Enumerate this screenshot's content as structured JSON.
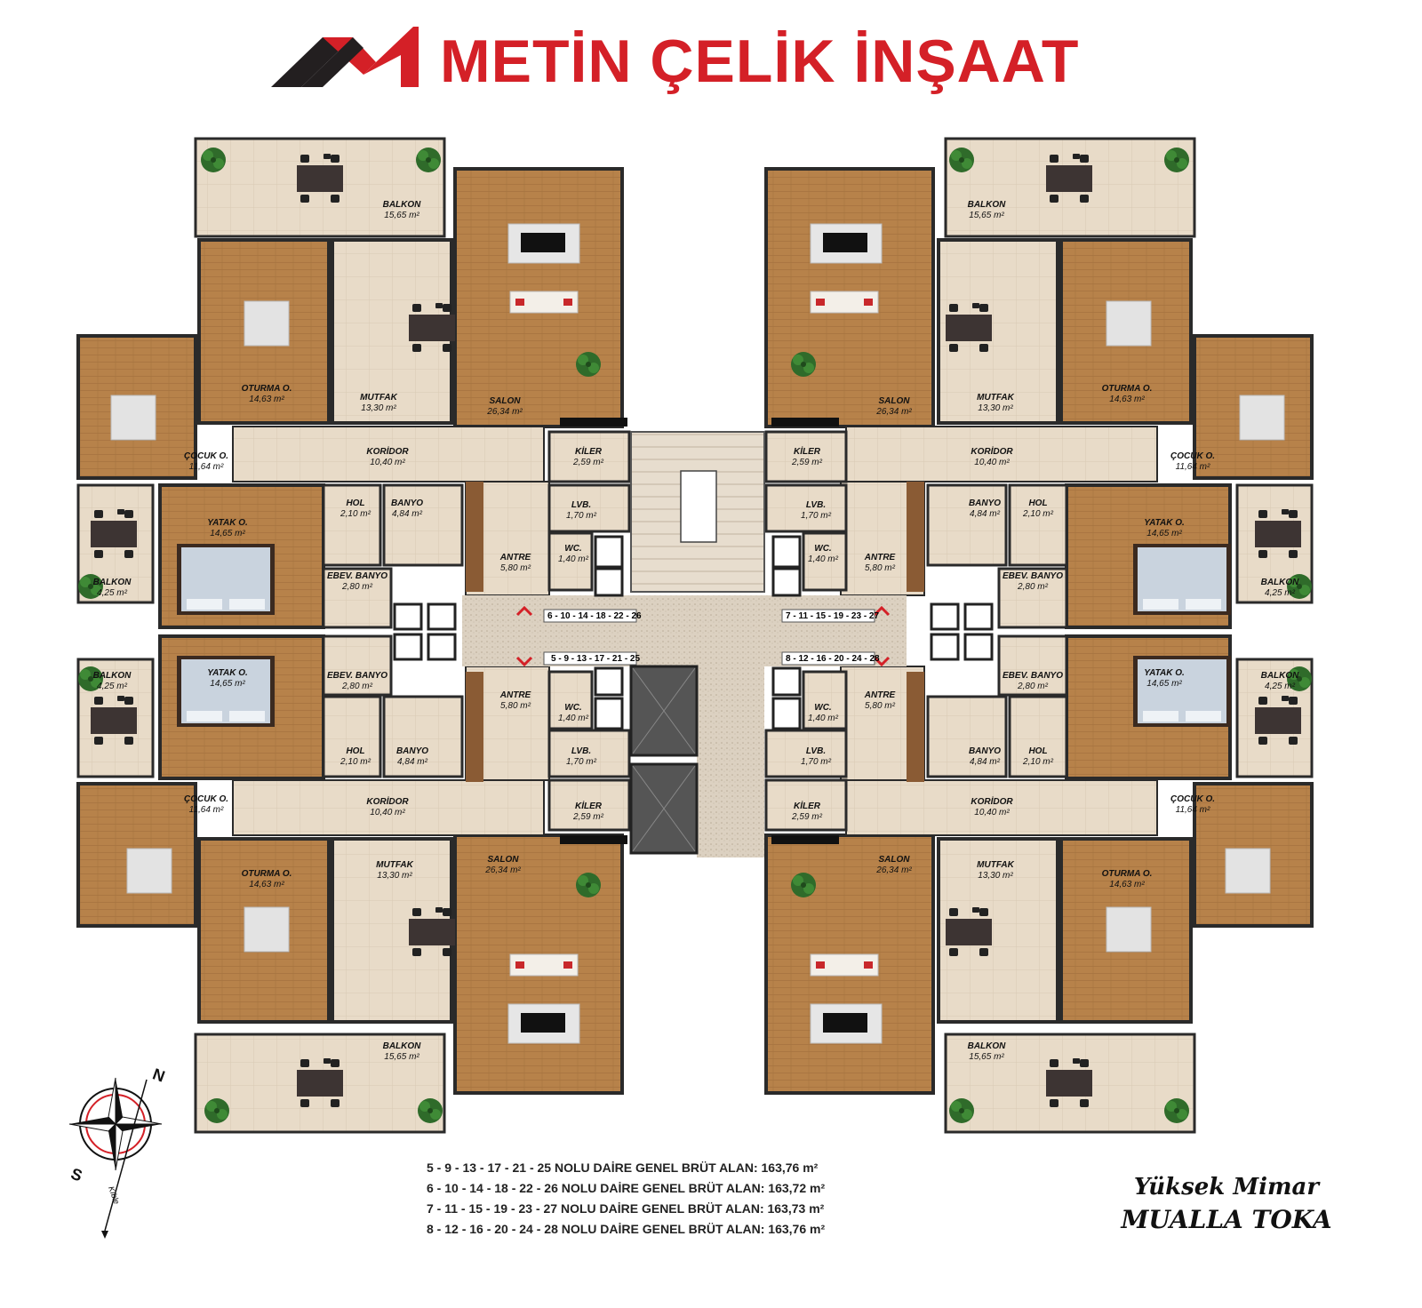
{
  "header": {
    "company_name": "METİN ÇELİK İNŞAAT",
    "logo_icon": "roof-m-logo-icon",
    "brand_color": "#d42027"
  },
  "apartment_numbers": {
    "top_left": "6 - 10 - 14 - 18 - 22 - 26",
    "top_right": "7 - 11 - 15 - 19 - 23 - 27",
    "bottom_left": "5 - 9 - 13 - 17 - 21 - 25",
    "bottom_right": "8 - 12 - 16 - 20 - 24 - 28"
  },
  "rooms": [
    {
      "name": "BALKON",
      "area": "15,65 m²"
    },
    {
      "name": "OTURMA O.",
      "area": "14,63 m²"
    },
    {
      "name": "MUTFAK",
      "area": "13,30 m²"
    },
    {
      "name": "SALON",
      "area": "26,34 m²"
    },
    {
      "name": "ÇOCUK O.",
      "area": "11,64 m²"
    },
    {
      "name": "KORİDOR",
      "area": "10,40 m²"
    },
    {
      "name": "KİLER",
      "area": "2,59 m²"
    },
    {
      "name": "HOL",
      "area": "2,10 m²"
    },
    {
      "name": "BANYO",
      "area": "4,84 m²"
    },
    {
      "name": "LVB.",
      "area": "1,70 m²"
    },
    {
      "name": "WC.",
      "area": "1,40 m²"
    },
    {
      "name": "YATAK O.",
      "area": "14,65 m²"
    },
    {
      "name": "BALKON",
      "area": "4,25 m²"
    },
    {
      "name": "ANTRE",
      "area": "5,80 m²"
    },
    {
      "name": "EBEV. BANYO",
      "area": "2,80 m²"
    }
  ],
  "summary_lines": [
    "5 -   9 - 13 - 17 - 21 - 25 NOLU DAİRE GENEL BRÜT ALAN: 163,76 m²",
    "6 - 10 - 14 - 18 - 22 - 26 NOLU DAİRE GENEL BRÜT ALAN: 163,72 m²",
    "7 - 11 - 15 - 19 - 23 - 27 NOLU DAİRE GENEL BRÜT ALAN: 163,73 m²",
    "8 - 12 - 16 - 20 - 24 - 28 NOLU DAİRE GENEL BRÜT ALAN: 163,76 m²"
  ],
  "architect": {
    "title": "Yüksek Mimar",
    "name": "MUALLA TOKA"
  },
  "compass": {
    "north": "N",
    "south": "S",
    "qibla": "Kıble"
  },
  "colors": {
    "wood_floor": "#b7824a",
    "tile_floor": "#e6d9c6",
    "balcony_tile": "#e9dccb",
    "wall": "#2a2a2a",
    "stair_terrazzo": "#d9cdbd",
    "arrow_red": "#d42027"
  }
}
